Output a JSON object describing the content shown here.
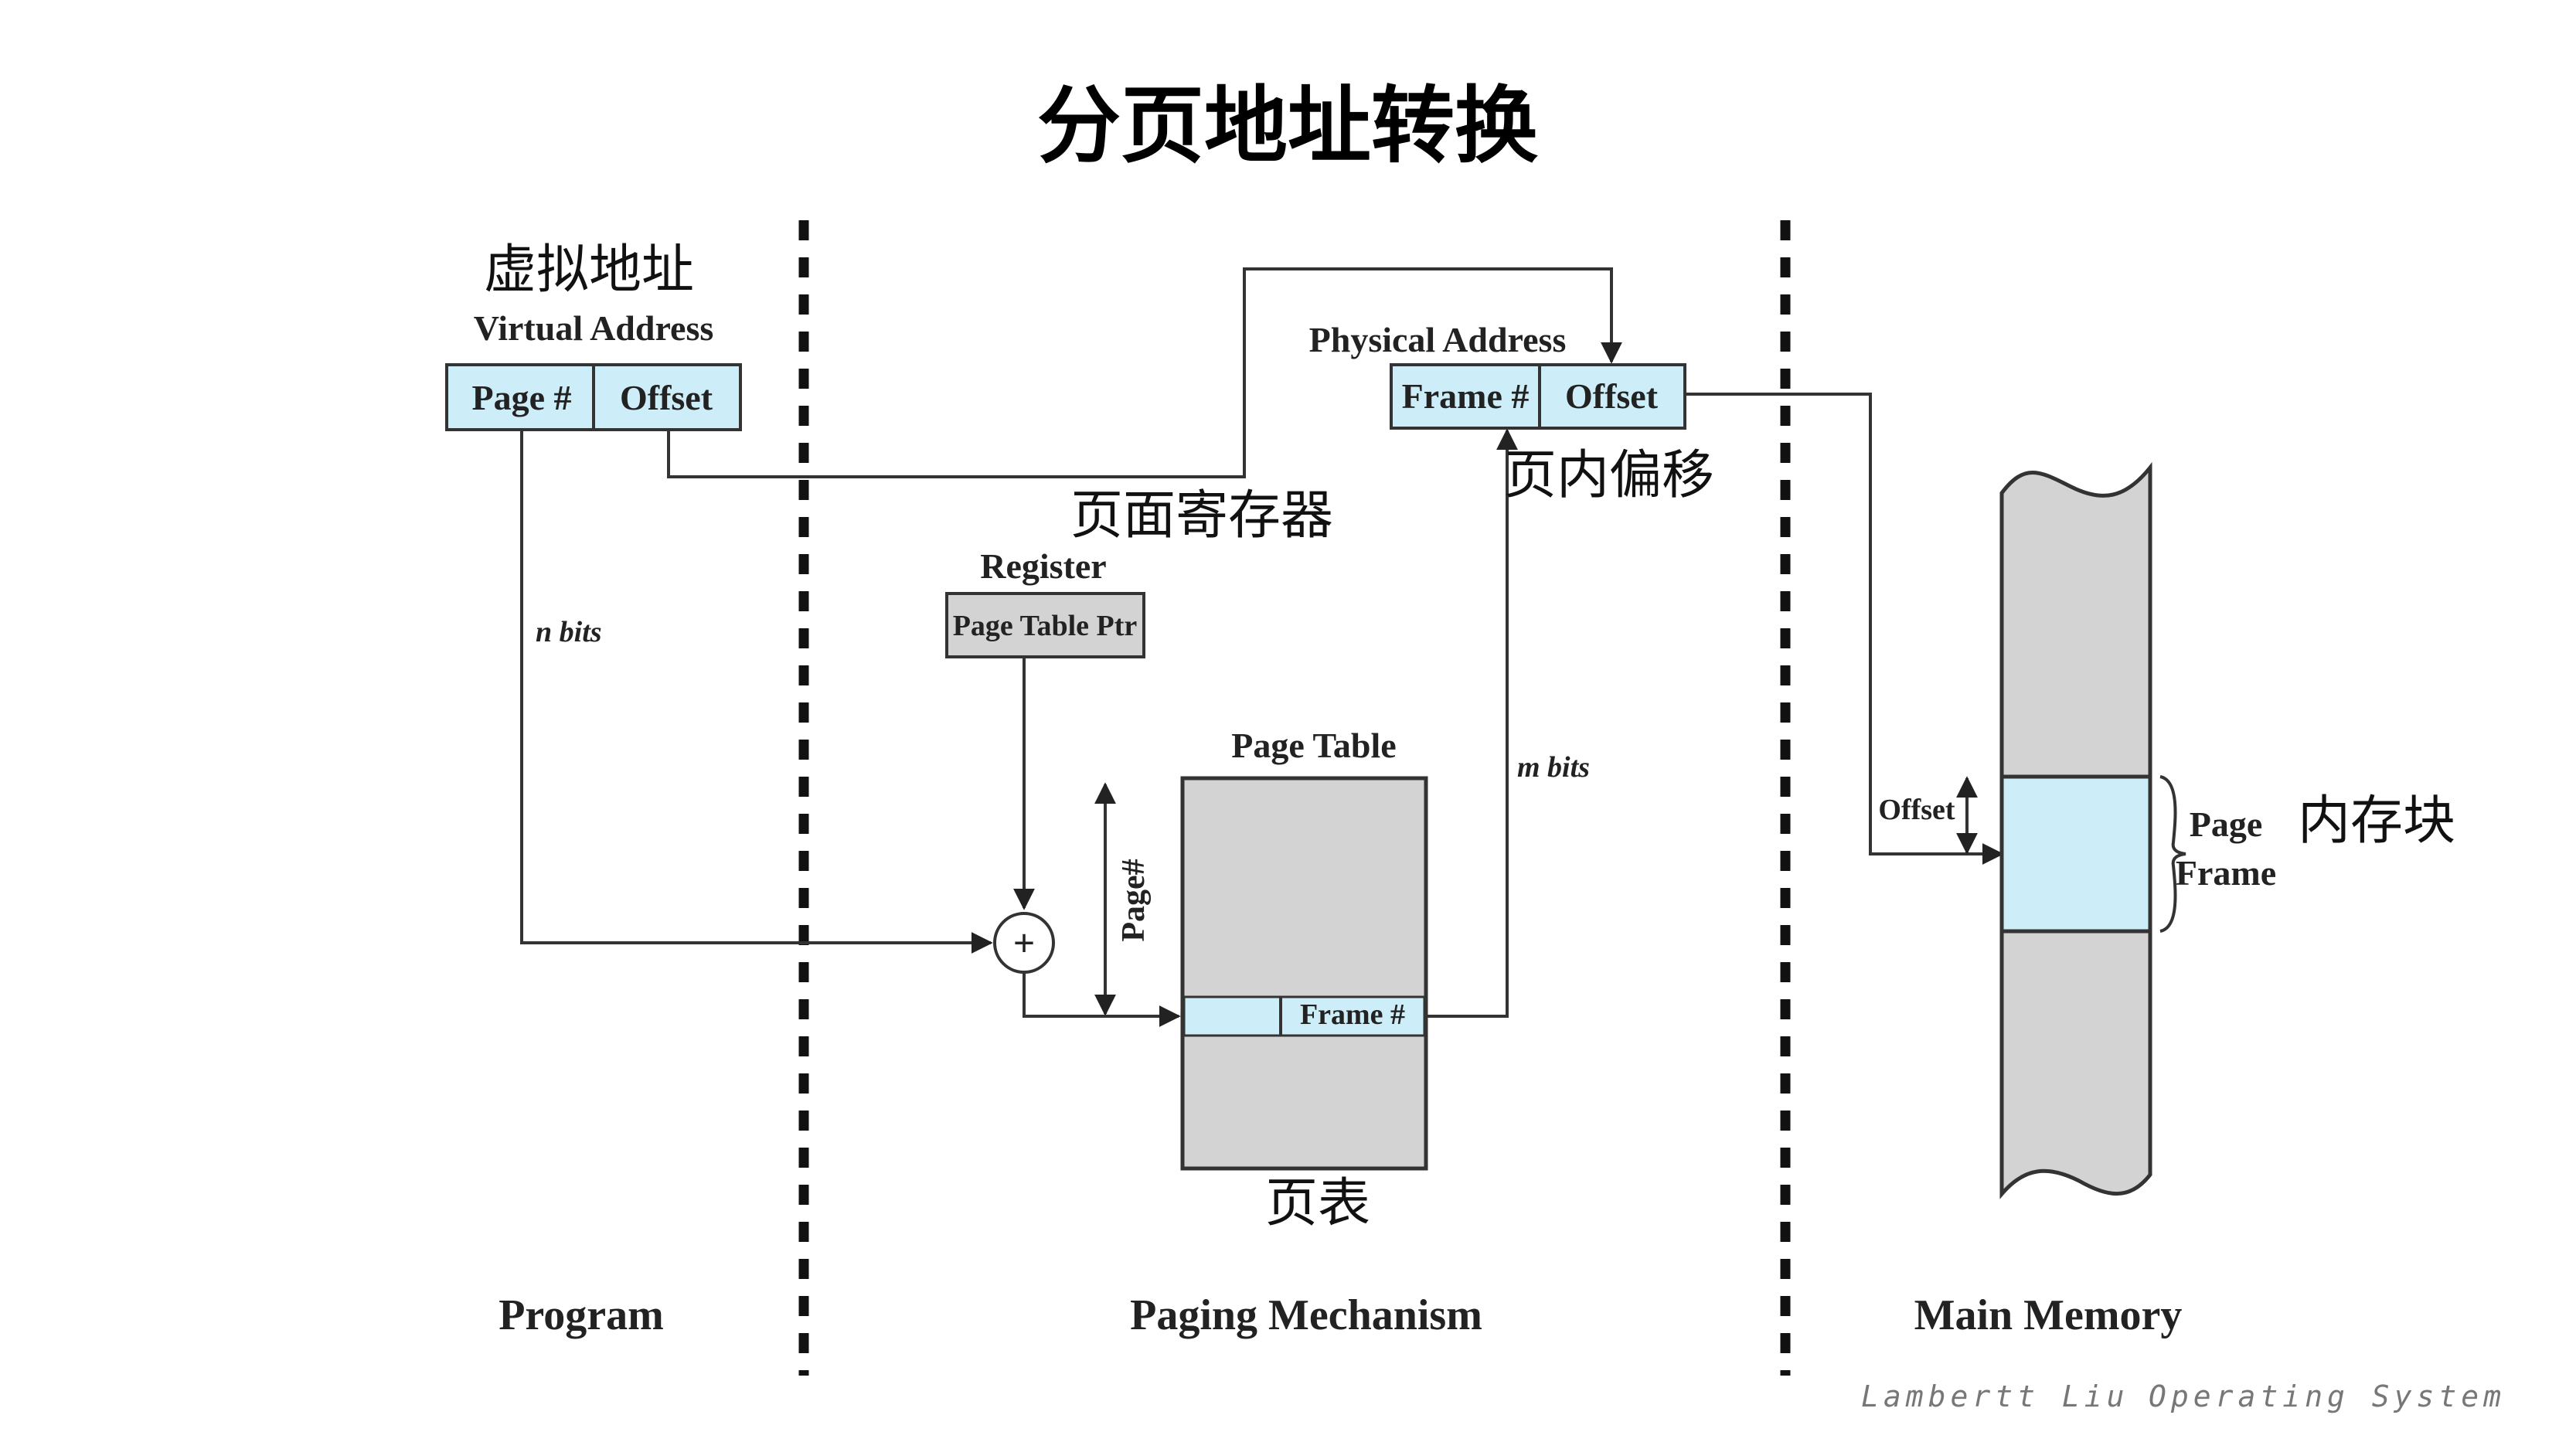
{
  "title": "分页地址转换",
  "virtual_address": {
    "label_cn": "虚拟地址",
    "label_en": "Virtual Address",
    "page_field": "Page #",
    "offset_field": "Offset",
    "bits_label": "n bits"
  },
  "physical_address": {
    "label_en": "Physical Address",
    "frame_field": "Frame #",
    "offset_field": "Offset",
    "offset_cn": "页内偏移",
    "bits_label": "m bits"
  },
  "register": {
    "label_cn": "页面寄存器",
    "label_en": "Register",
    "box_label": "Page Table Ptr"
  },
  "adder": {
    "symbol": "+"
  },
  "page_table": {
    "label_en": "Page Table",
    "label_cn": "页表",
    "index_label": "Page#",
    "entry_label": "Frame #"
  },
  "main_memory": {
    "offset_label": "Offset",
    "frame_label_1": "Page",
    "frame_label_2": "Frame",
    "frame_cn": "内存块"
  },
  "sections": {
    "program": "Program",
    "paging": "Paging Mechanism",
    "memory": "Main Memory"
  },
  "footer": {
    "author": "Lambertt Liu",
    "course": "Operating System"
  },
  "colors": {
    "field_fill": "#cdeef8",
    "box_fill": "#d3d3d3"
  }
}
